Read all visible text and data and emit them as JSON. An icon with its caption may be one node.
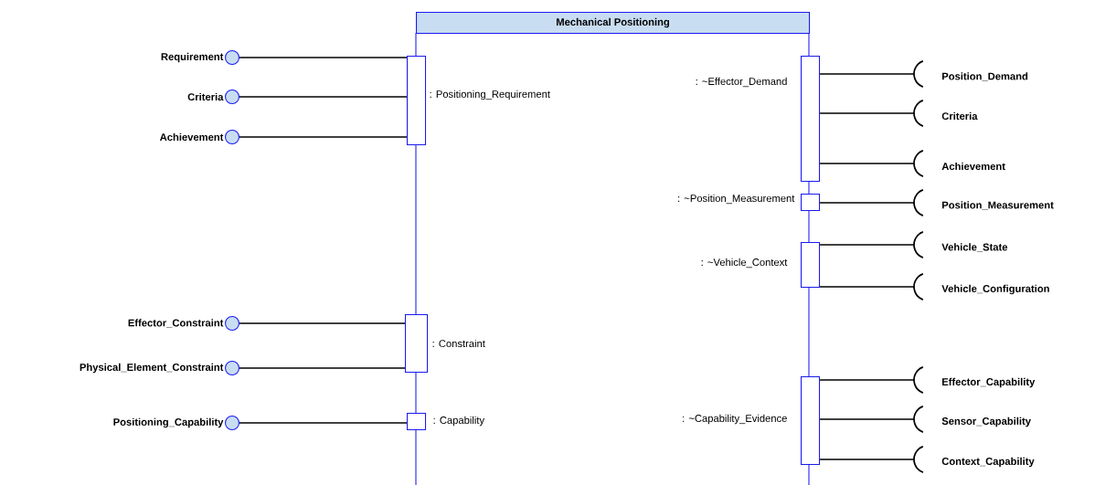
{
  "diagram": {
    "nodes": [
      {
        "text": [
          "Mechanical Positioning"
        ]
      },
      {
        "text": [],
        "shape": "box",
        "beside": [
          ": Positioning_Requirement"
        ]
      },
      {
        "text": [],
        "shape": "box",
        "beside": [
          ": Constraint"
        ]
      },
      {
        "text": [],
        "shape": "box",
        "beside": [
          ": Capability"
        ]
      },
      {
        "text": [],
        "shape": "box",
        "beside": [
          ": ~Effector_Demand"
        ]
      },
      {
        "text": [],
        "shape": "box",
        "beside": [
          ": ~Position_Measurement"
        ]
      },
      {
        "text": [],
        "shape": "box",
        "beside": [
          ": ~Vehicle_Context"
        ]
      },
      {
        "text": [],
        "shape": "box",
        "beside": [
          ": ~Capability_Evidence"
        ]
      },
      {
        "text": [
          "Requirement"
        ]
      },
      {
        "text": [
          "Criteria"
        ]
      },
      {
        "text": [
          "Achievement"
        ]
      },
      {
        "text": [
          "Effector_Constraint"
        ]
      },
      {
        "text": [
          "Physical_Element_Constraint"
        ]
      },
      {
        "text": [
          "Positioning_Capability"
        ]
      },
      {
        "text": [
          "Position_Demand"
        ]
      },
      {
        "text": [
          "Criteria"
        ]
      },
      {
        "text": [
          "Achievement"
        ]
      },
      {
        "text": [
          "Position_Measurement"
        ]
      },
      {
        "text": [
          "Vehicle_State"
        ]
      },
      {
        "text": [
          "Vehicle_Configuration"
        ]
      },
      {
        "text": [
          "Effector_Capability"
        ]
      },
      {
        "text": [
          "Sensor_Capability"
        ]
      },
      {
        "text": [
          "Context_Capability"
        ]
      }
    ],
    "edges": [
      {
        "from": 1,
        "to": 8,
        "arrow": "other"
      },
      {
        "from": 1,
        "to": 9,
        "arrow": "other"
      },
      {
        "from": 1,
        "to": 10,
        "arrow": "other"
      },
      {
        "from": 2,
        "to": 11,
        "arrow": "other"
      },
      {
        "from": 2,
        "to": 12,
        "arrow": "other"
      },
      {
        "from": 3,
        "to": 13,
        "arrow": "other"
      },
      {
        "from": 4,
        "to": 14,
        "arrow": "none"
      },
      {
        "from": 4,
        "to": 15,
        "arrow": "none"
      },
      {
        "from": 4,
        "to": 16,
        "arrow": "none"
      },
      {
        "from": 5,
        "to": 17,
        "arrow": "none"
      },
      {
        "from": 6,
        "to": 18,
        "arrow": "none"
      },
      {
        "from": 6,
        "to": 19,
        "arrow": "none"
      },
      {
        "from": 7,
        "to": 20,
        "arrow": "none"
      },
      {
        "from": 7,
        "to": 21,
        "arrow": "none"
      },
      {
        "from": 7,
        "to": 22,
        "arrow": "none"
      }
    ]
  }
}
